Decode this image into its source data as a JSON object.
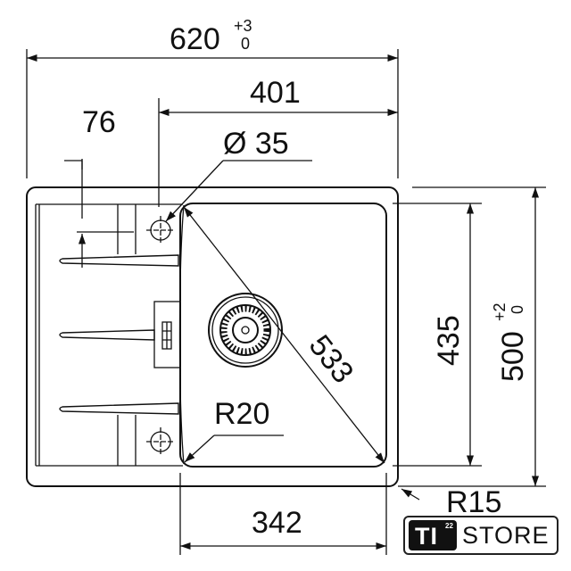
{
  "drawing": {
    "overall_width": {
      "value": "620",
      "tol_upper": "+3",
      "tol_lower": "0"
    },
    "bowl_offset": "401",
    "drainer_offset": "76",
    "tap_hole": "Ø 35",
    "bowl_diagonal": "533",
    "bowl_radius": "R20",
    "bowl_height": "435",
    "overall_depth": {
      "value": "500",
      "tol_upper": "+2",
      "tol_lower": "0"
    },
    "bowl_width": "342",
    "corner_radius": "R15"
  },
  "logo": {
    "mark": "TI",
    "superscript": "22",
    "name": "STORE"
  }
}
